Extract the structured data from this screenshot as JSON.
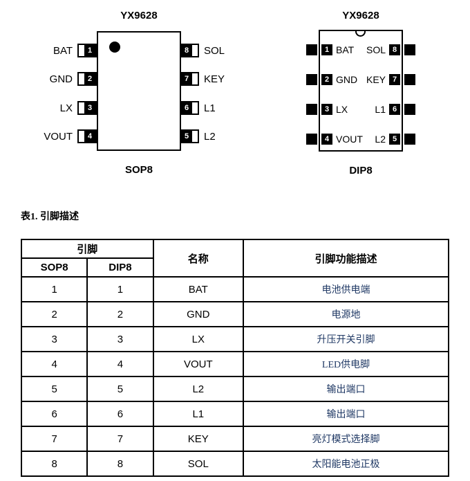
{
  "sop8": {
    "title": "YX9628",
    "package_label": "SOP8",
    "left_pins": [
      {
        "num": "1",
        "label": "BAT"
      },
      {
        "num": "2",
        "label": "GND"
      },
      {
        "num": "3",
        "label": "LX"
      },
      {
        "num": "4",
        "label": "VOUT"
      }
    ],
    "right_pins": [
      {
        "num": "8",
        "label": "SOL"
      },
      {
        "num": "7",
        "label": "KEY"
      },
      {
        "num": "6",
        "label": "L1"
      },
      {
        "num": "5",
        "label": "L2"
      }
    ]
  },
  "dip8": {
    "title": "YX9628",
    "package_label": "DIP8",
    "left_pins": [
      {
        "num": "1",
        "label": "BAT"
      },
      {
        "num": "2",
        "label": "GND"
      },
      {
        "num": "3",
        "label": "LX"
      },
      {
        "num": "4",
        "label": "VOUT"
      }
    ],
    "right_pins": [
      {
        "num": "8",
        "label": "SOL"
      },
      {
        "num": "7",
        "label": "KEY"
      },
      {
        "num": "6",
        "label": "L1"
      },
      {
        "num": "5",
        "label": "L2"
      }
    ]
  },
  "pin_table": {
    "caption": "表1. 引脚描述",
    "headers": {
      "pin_group": "引脚",
      "sop8_col": "SOP8",
      "dip8_col": "DIP8",
      "name_col": "名称",
      "desc_col": "引脚功能描述"
    },
    "rows": [
      {
        "sop8": "1",
        "dip8": "1",
        "name": "BAT",
        "desc": "电池供电端"
      },
      {
        "sop8": "2",
        "dip8": "2",
        "name": "GND",
        "desc": "电源地"
      },
      {
        "sop8": "3",
        "dip8": "3",
        "name": "LX",
        "desc": "升压开关引脚"
      },
      {
        "sop8": "4",
        "dip8": "4",
        "name": "VOUT",
        "desc": "LED供电脚"
      },
      {
        "sop8": "5",
        "dip8": "5",
        "name": "L2",
        "desc": "输出端口"
      },
      {
        "sop8": "6",
        "dip8": "6",
        "name": "L1",
        "desc": "输出端口"
      },
      {
        "sop8": "7",
        "dip8": "7",
        "name": "KEY",
        "desc": "亮灯模式选择脚"
      },
      {
        "sop8": "8",
        "dip8": "8",
        "name": "SOL",
        "desc": "太阳能电池正极"
      }
    ],
    "colors": {
      "desc_text": "#1f3864",
      "border": "#000000",
      "pin_box_bg": "#000000",
      "pin_box_text": "#ffffff"
    }
  }
}
